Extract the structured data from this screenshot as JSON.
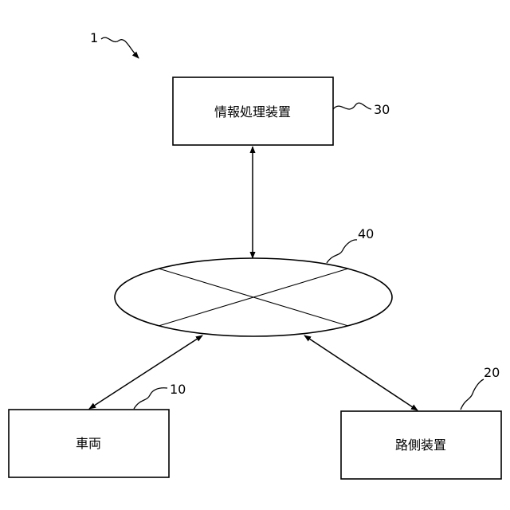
{
  "system": {
    "ref": "1"
  },
  "info_processor": {
    "label": "情報処理装置",
    "ref": "30"
  },
  "network": {
    "ref": "40"
  },
  "vehicle": {
    "label": "車両",
    "ref": "10"
  },
  "roadside": {
    "label": "路側装置",
    "ref": "20"
  },
  "colors": {
    "stroke": "#000000",
    "background": "#ffffff"
  }
}
